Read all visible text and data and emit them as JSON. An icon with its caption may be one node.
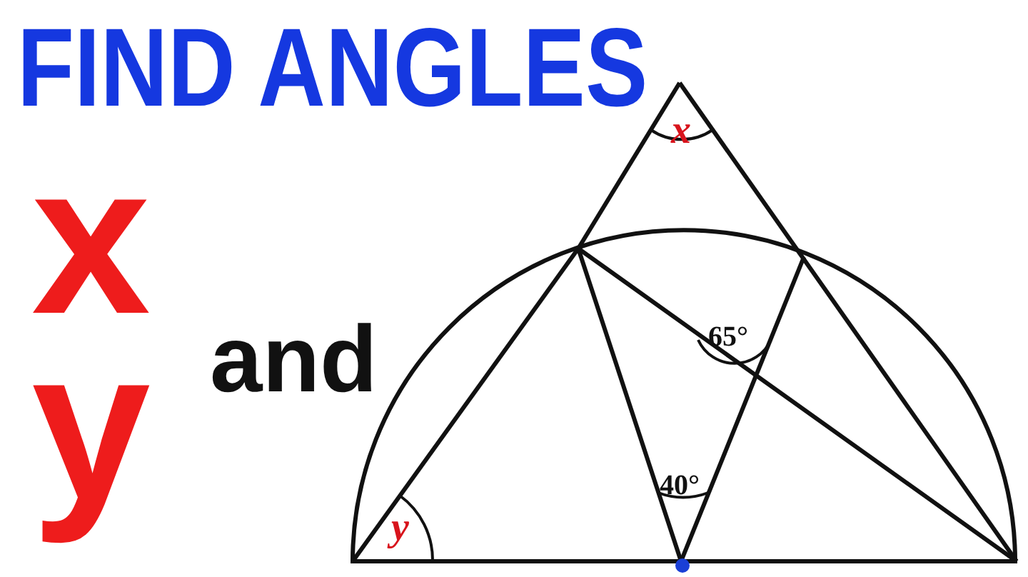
{
  "diagram": {
    "title": "FIND ANGLES",
    "labels": [
      "x",
      "and",
      "y",
      "x",
      "65°",
      "40°",
      "y"
    ]
  }
}
